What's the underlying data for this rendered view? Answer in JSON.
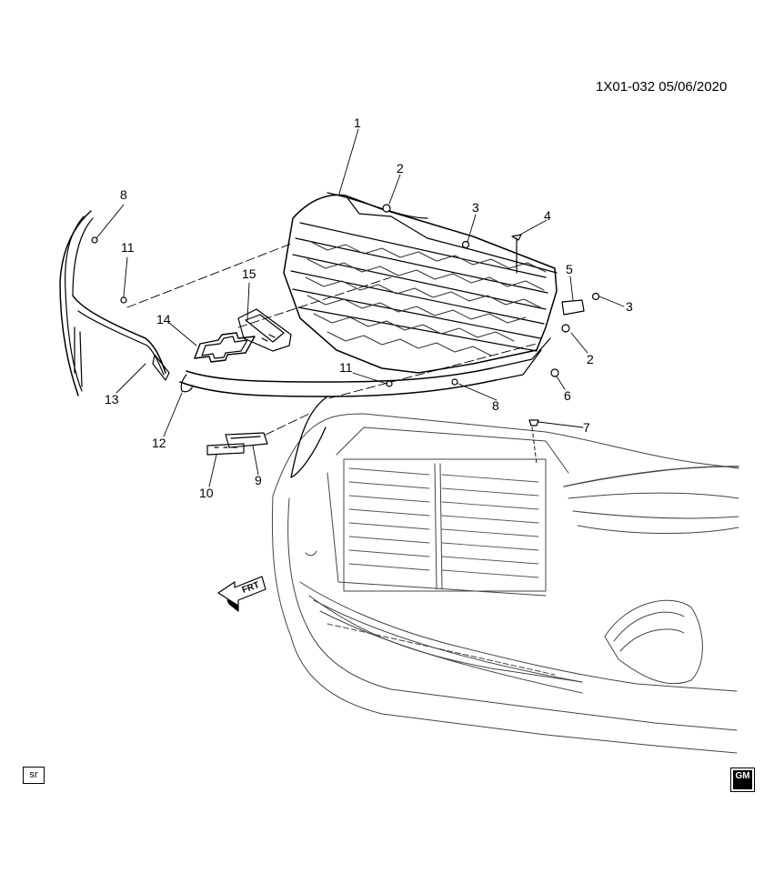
{
  "diagram": {
    "reference": "1X01-032  05/06/2020",
    "callouts": [
      "1",
      "2",
      "3",
      "4",
      "5",
      "3",
      "2",
      "6",
      "7",
      "8",
      "11",
      "12",
      "13",
      "14",
      "15",
      "8",
      "11",
      "9",
      "10"
    ],
    "footer_box": "sr",
    "logo": "GM",
    "direction_label": "FRT"
  }
}
